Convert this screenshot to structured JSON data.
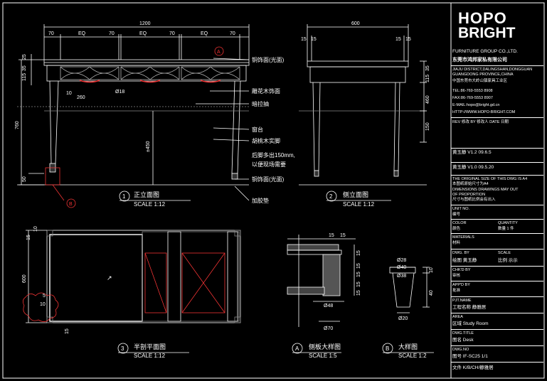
{
  "titleblock": {
    "logo_top": "HOPO",
    "logo_bottom": "BRIGHT",
    "company_en": "FURNITURE GROUP CO.,LTD.",
    "company_cn": "东莞市鸿邦家私有限公司",
    "address1": "JIAJU DISTRICT,DALINGSHAN,DONGGUAN",
    "address2": "GUANGDONG PROVINCE,CHINA",
    "address_cn": "中国东莞市大岭山镇家具工业区",
    "tel": "TEL:86-769-5553 8908",
    "fax": "FAX:86-769-5553 8907",
    "email": "E-MAIL:hopo@bright.gd.cn",
    "http": "HTTP://WWW.HOPO-BRIGHT.COM",
    "rev_header": "REV 修改  BY 修改人  DATE 日期",
    "rev1": "黄玉静  V1.2  09.6.5",
    "rev2": "黄玉静  V1.0  09.5.20",
    "note1": "THE ORIGINAL SIZE OF THIS DWG IS A4",
    "note2": "本图纸原始尺寸为A4",
    "note3": "DIMENSIONS DRAWINGS MAY OUT",
    "note4": "OF PROPORTION",
    "note5": "尺寸与图纸比例会有出入",
    "unit_label": "UNIT NO.",
    "unit_cn": "编号",
    "color_label": "COLOR",
    "quantity_label": "QUANTITY",
    "color_cn": "颜色",
    "quantity_value": "数量  1  件",
    "materials_label": "MATERIALS",
    "materials_cn": "材料",
    "dwg_by_label": "DWG. BY",
    "scale_label": "SCALE",
    "dwg_by_value": "绘图  黄玉静",
    "scale_value": "比例  示示",
    "chk_label": "CHK'D BY",
    "chk_cn": "审核",
    "appd_label": "APP'D BY",
    "appd_cn": "批准",
    "project_label": "PJT.NAME",
    "project_value": "工程名称  静雅居",
    "area_label": "AREA",
    "area_value": "区域  Study Room",
    "dwgtitle_label": "DWG.TITLE",
    "dwgtitle_value": "图名  Desk",
    "dwgno_label": "DWG.NO",
    "dwgno_value": "图号  IF-SC25  1/1",
    "file_value": "文件  K/B/CH/静雅居"
  },
  "views": {
    "front": {
      "number": "1",
      "title": "正立面图",
      "scale": "SCALE 1:12"
    },
    "side": {
      "number": "2",
      "title": "侧立面图",
      "scale": "SCALE 1:12"
    },
    "plan": {
      "number": "3",
      "title": "半剖平面图",
      "scale": "SCALE 1:12"
    },
    "detailA": {
      "number": "A",
      "title": "侧板大样图",
      "scale": "SCALE 1:5"
    },
    "detailB": {
      "number": "B",
      "title": "大样图",
      "scale": "SCALE 1:2"
    }
  },
  "callouts": {
    "a": "A",
    "b": "B"
  },
  "annotations": [
    "铜饰面(光面)",
    "雕花木饰面",
    "暗拉抽",
    "窗台",
    "胡桃木实脚",
    "后脚多出150mm,",
    "以便现场需要",
    "铜饰面(光面)",
    "加胶垫"
  ],
  "dims_front": {
    "overall": "1200",
    "seg1": "70",
    "seg2": "EQ",
    "seg3": "70",
    "seg4": "EQ",
    "seg5": "70",
    "seg6": "EQ",
    "seg7": "70",
    "left1": "25",
    "left2": "35",
    "left3": "115",
    "height": "760",
    "foot": "50",
    "d10": "10",
    "d260": "260",
    "d18": "Ø18",
    "d450": "±450"
  },
  "dims_side": {
    "overall": "600",
    "l15a": "15",
    "l15b": "15",
    "r15a": "15",
    "r15b": "15",
    "r35": "35",
    "r115": "115",
    "r460": "460",
    "r150": "150"
  },
  "dims_plan": {
    "d10": "10",
    "d15": "15",
    "d600": "600",
    "d5": "5",
    "d10b": "10",
    "d15b": "15",
    "arrow": "↗"
  },
  "dims_detailA": {
    "d15a": "15",
    "d15b": "15",
    "d15c": "15",
    "d15d": "15",
    "d15e": "15",
    "d15f": "15",
    "d15g": "15",
    "d48": "Ø48",
    "d70": "Ø70"
  },
  "dims_detailB": {
    "d28": "Ø28",
    "d40": "Ø40",
    "d38": "Ø38",
    "h10": "10",
    "h40": "40",
    "d20": "Ø20"
  }
}
